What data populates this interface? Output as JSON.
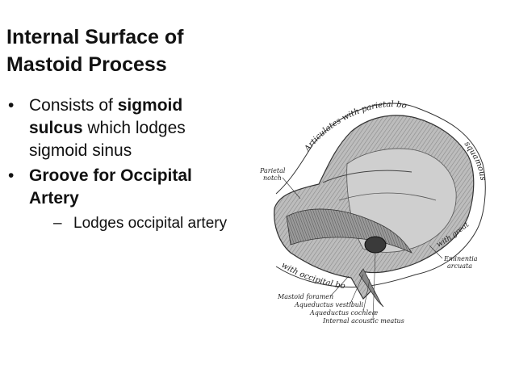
{
  "slide": {
    "title_line1": "Internal Surface of",
    "title_line2": "Mastoid Process",
    "bullets": [
      {
        "marker": "•",
        "text_pre": "Consists of ",
        "bold_1": "sigmoid",
        "bold_2": "sulcus",
        "text_post_1": " which lodges",
        "text_post_2": "sigmoid sinus"
      },
      {
        "marker": "•",
        "bold_1": "Groove for Occipital",
        "bold_2": "Artery"
      }
    ],
    "sub_bullet": {
      "marker": "–",
      "text": "Lodges occipital artery"
    }
  },
  "figure": {
    "labels": {
      "articulates_parietal": "Articulates with parietal bone",
      "squamous": "squamous",
      "parietal_notch_1": "Parietal",
      "parietal_notch_2": "notch",
      "with_great_wing": "with great wi",
      "eminentia_1": "Eminentia",
      "eminentia_2": "arcuata",
      "with_occipital": "with occipital bone",
      "mastoid_foramen": "Mastoid foramen",
      "aqueductus_vestibuli": "Aqueductus vestibuli",
      "aqueductus_cochleae": "Aqueductus cochleæ",
      "internal_meatus": "Internal acoustic meatus"
    }
  }
}
